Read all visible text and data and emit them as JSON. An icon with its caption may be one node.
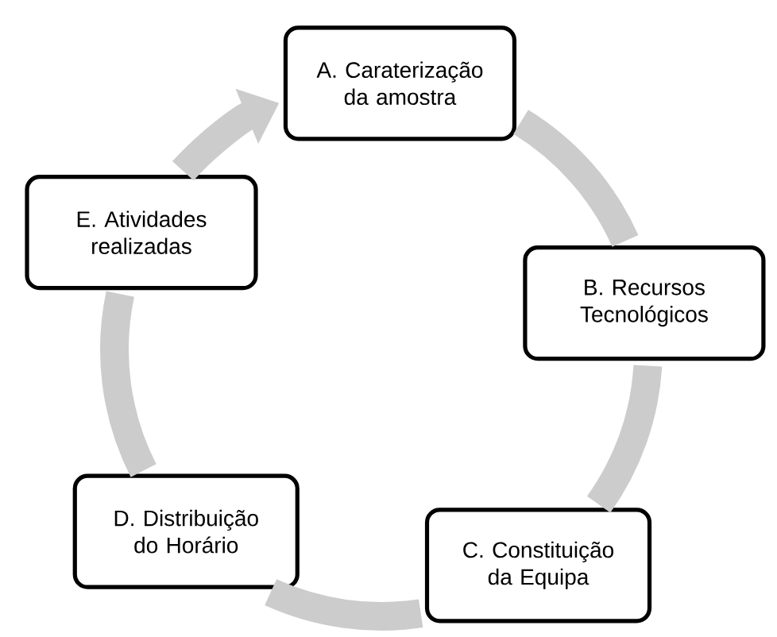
{
  "diagram": {
    "nodes": [
      {
        "text": [
          "A. Caraterização da amostra"
        ]
      },
      {
        "text": [
          "B. Recursos Tecnológicos"
        ]
      },
      {
        "text": [
          "C. Constituição da Equipa"
        ]
      },
      {
        "text": [
          "D. Distribuição do Horário"
        ]
      },
      {
        "text": [
          "E. Atividades realizadas"
        ]
      }
    ],
    "edges": [
      {
        "from": 0,
        "to": 1,
        "arrow": "none"
      },
      {
        "from": 1,
        "to": 2,
        "arrow": "none"
      },
      {
        "from": 2,
        "to": 3,
        "arrow": "none"
      },
      {
        "from": 3,
        "to": 4,
        "arrow": "none"
      },
      {
        "from": 4,
        "to": 0,
        "arrow": "to"
      }
    ]
  }
}
